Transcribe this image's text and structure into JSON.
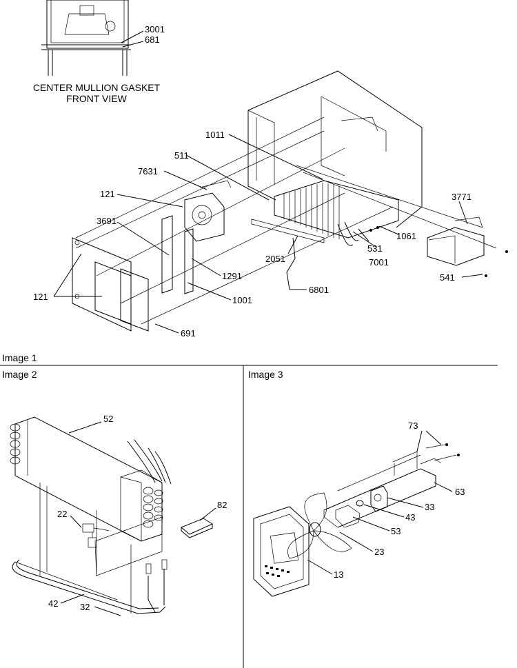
{
  "gasket_view": {
    "caption_line1": "CENTER MULLION GASKET",
    "caption_line2": "FRONT VIEW",
    "callouts": [
      "3001",
      "681"
    ]
  },
  "image1": {
    "title": "Image 1",
    "callouts": [
      "1011",
      "511",
      "7631",
      "121",
      "3771",
      "3691",
      "1061",
      "531",
      "2051",
      "7001",
      "541",
      "1291",
      "121",
      "6801",
      "1001",
      "691"
    ]
  },
  "image2": {
    "title": "Image 2",
    "callouts": [
      "52",
      "82",
      "22",
      "42",
      "32"
    ]
  },
  "image3": {
    "title": "Image 3",
    "callouts": [
      "73",
      "63",
      "33",
      "43",
      "53",
      "23",
      "13"
    ]
  }
}
